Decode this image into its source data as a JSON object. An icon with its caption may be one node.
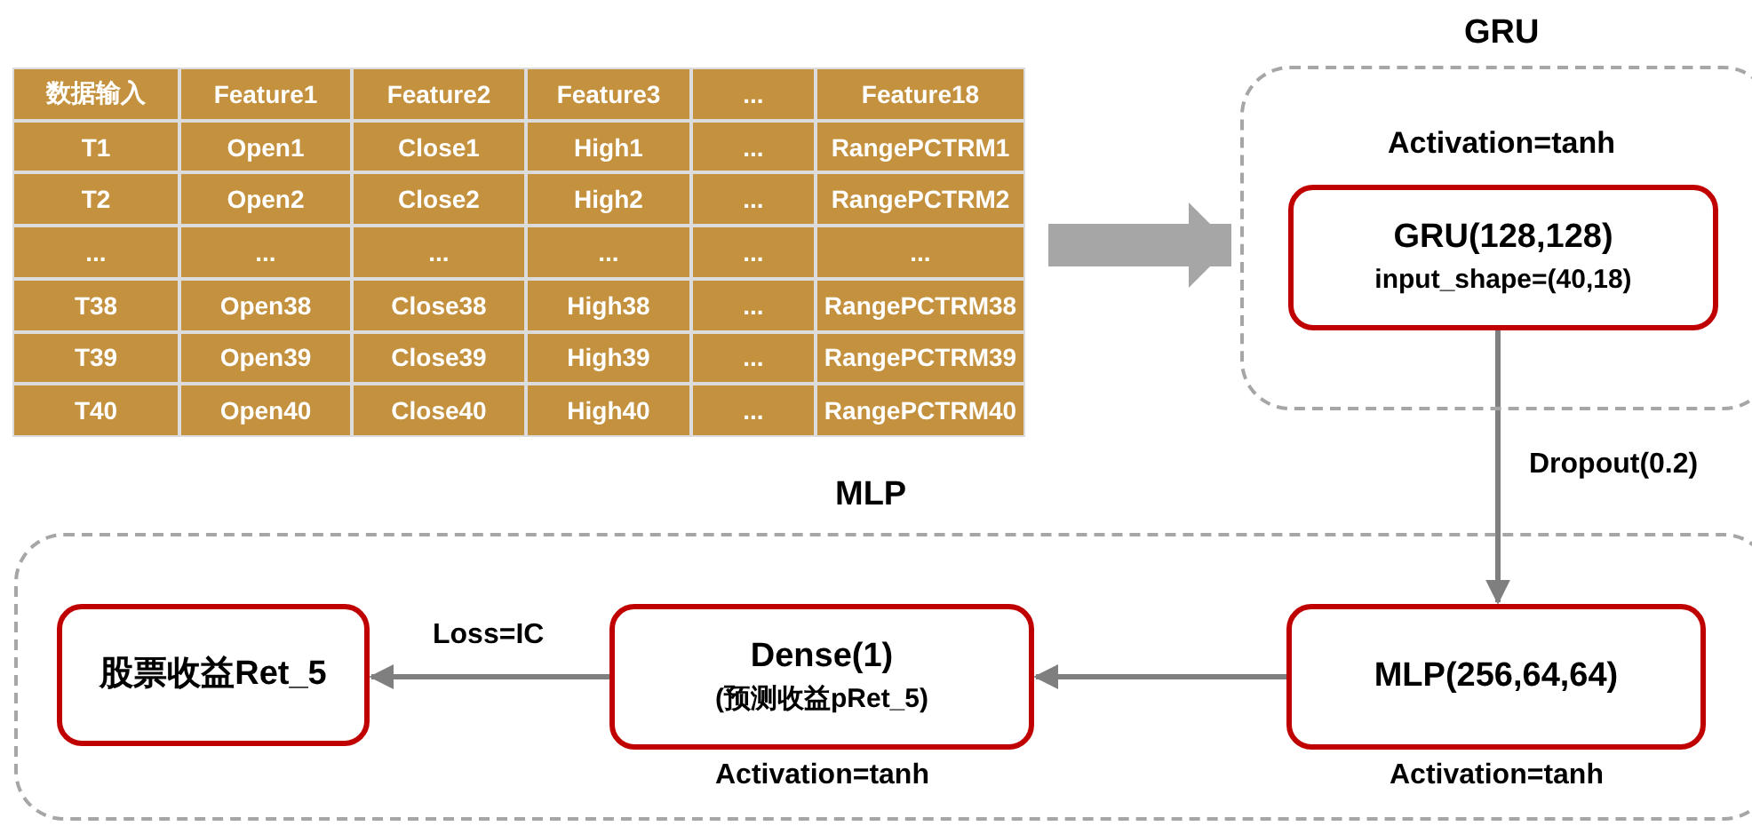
{
  "diagram": {
    "nodes": [
      {
        "text": [],
        "shape": "table"
      },
      {
        "text": [
          "GRU",
          "Activation=tanh"
        ]
      },
      {
        "text": [
          "GRU(128,128)",
          "input_shape=(40,18)"
        ],
        "in": 1
      },
      {
        "text": [
          "MLP"
        ]
      },
      {
        "text": [
          "股票收益Ret_5"
        ],
        "in": 3
      },
      {
        "text": [
          "Dense(1)",
          "(预测收益pRet_5)"
        ],
        "beside": [
          "Activation=tanh"
        ],
        "in": 3
      },
      {
        "text": [
          "MLP(256,64,64)"
        ],
        "beside": [
          "Activation=tanh"
        ],
        "in": 3
      }
    ],
    "edges": [
      {
        "from": 0,
        "to": 1,
        "arrow": "to",
        "style": "thick",
        "color": "#a6a6a6"
      },
      {
        "from": 2,
        "to": 6,
        "arrow": "to",
        "label": "Dropout(0.2)"
      },
      {
        "from": 6,
        "to": 5,
        "arrow": "to"
      },
      {
        "from": 5,
        "to": 4,
        "arrow": "to",
        "label": "Loss=IC"
      }
    ],
    "labels": [
      "数据输入",
      "Feature1",
      "Feature2",
      "Feature3",
      "...",
      "Feature18",
      "T1",
      "Open1",
      "Close1",
      "High1",
      "...",
      "RangePCTRM1",
      "T2",
      "Open2",
      "Close2",
      "High2",
      "...",
      "RangePCTRM2",
      "...",
      "...",
      "...",
      "...",
      "...",
      "...",
      "T38",
      "Open38",
      "Close38",
      "High38",
      "...",
      "RangePCTRM38",
      "T39",
      "Open39",
      "Close39",
      "High39",
      "...",
      "RangePCTRM39",
      "T40",
      "Open40",
      "Close40",
      "High40",
      "...",
      "RangePCTRM40"
    ]
  }
}
